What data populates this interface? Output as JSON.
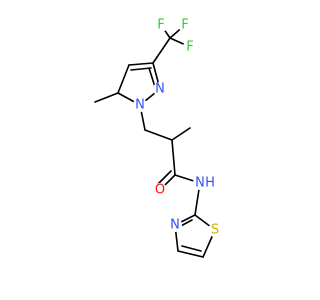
{
  "colors": {
    "bond": "#000000",
    "F": "#33cc33",
    "N": "#3050f8",
    "O": "#ff0d0d",
    "S": "#c8b400",
    "background": "#ffffff"
  },
  "atoms": {
    "F1": {
      "text": "F",
      "element": "F"
    },
    "F2": {
      "text": "F",
      "element": "F"
    },
    "F3": {
      "text": "F",
      "element": "F"
    },
    "N_pz1": {
      "text": "N",
      "element": "N"
    },
    "N_pz2": {
      "text": "N",
      "element": "N"
    },
    "O": {
      "text": "O",
      "element": "O"
    },
    "N_amide": {
      "text": "N",
      "element": "N"
    },
    "H_amide": {
      "text": "H",
      "element": "N"
    },
    "N_thz": {
      "text": "N",
      "element": "N"
    },
    "S_thz": {
      "text": "S",
      "element": "S"
    }
  }
}
